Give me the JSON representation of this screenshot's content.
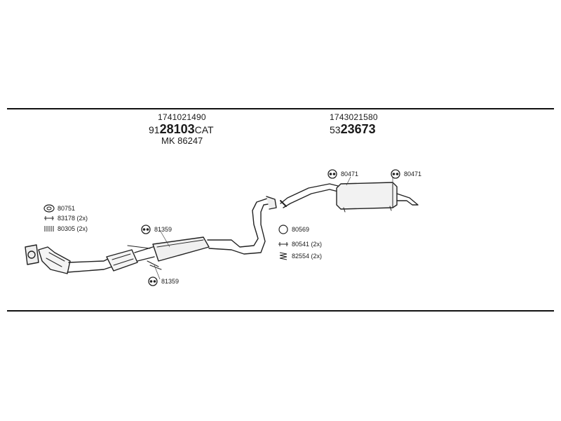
{
  "assemblies": [
    {
      "part_number": "1741021490",
      "code": {
        "prefix": "91",
        "main": "28103",
        "suffix": "CAT"
      },
      "kit": {
        "prefix": "MK",
        "number": "86247"
      }
    },
    {
      "part_number": "1743021580",
      "code": {
        "prefix": "53",
        "main": "23673",
        "suffix": ""
      }
    }
  ],
  "callouts": [
    {
      "id": "gasket-80751",
      "icon": "gasket-ring-icon",
      "label": "80751"
    },
    {
      "id": "clamp-83178",
      "icon": "clamp-icon",
      "label": "83178 (2x)"
    },
    {
      "id": "bolt-80305",
      "icon": "bolt-spring-icon",
      "label": "80305 (2x)"
    },
    {
      "id": "rubber-81359-a",
      "icon": "rubber-mount-icon",
      "label": "81359"
    },
    {
      "id": "rubber-81359-b",
      "icon": "rubber-mount-icon",
      "label": "81359"
    },
    {
      "id": "ring-80569",
      "icon": "seal-ring-icon",
      "label": "80569"
    },
    {
      "id": "bolt-80541",
      "icon": "clamp-icon",
      "label": "80541 (2x)"
    },
    {
      "id": "spring-82554",
      "icon": "spring-icon",
      "label": "82554 (2x)"
    },
    {
      "id": "rubber-80471-a",
      "icon": "rubber-mount-icon",
      "label": "80471"
    },
    {
      "id": "rubber-80471-b",
      "icon": "rubber-mount-icon",
      "label": "80471"
    }
  ]
}
